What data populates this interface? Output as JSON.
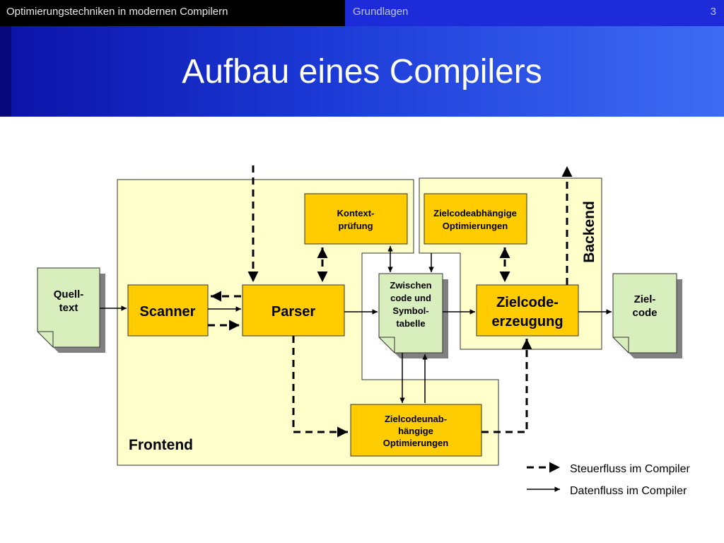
{
  "header": {
    "course_title": "Optimierungstechniken in modernen Compilern",
    "section": "Grundlagen",
    "slide_number": "3"
  },
  "slide": {
    "title": "Aufbau eines Compilers"
  },
  "diagram": {
    "frontend_label": "Frontend",
    "backend_label": "Backend",
    "source_doc": [
      "Quell-",
      "text"
    ],
    "target_doc": [
      "Ziel-",
      "code"
    ],
    "scanner": "Scanner",
    "parser": "Parser",
    "context_check": [
      "Kontext-",
      "prüfung"
    ],
    "intermediate": [
      "Zwischen",
      "code und",
      "Symbol-",
      "tabelle"
    ],
    "target_dep_opt": [
      "Zielcodeabhängige",
      "Optimierungen"
    ],
    "codegen": [
      "Zielcode-",
      "erzeugung"
    ],
    "target_indep_opt": [
      "Zielcodeunab-",
      "hängige",
      "Optimierungen"
    ]
  },
  "legend": {
    "control_flow": "Steuerfluss im Compiler",
    "data_flow": "Datenfluss im Compiler"
  },
  "colors": {
    "region_fill": "#ffffcc",
    "box_fill": "#ffcc00",
    "doc_fill": "#d9eebd",
    "shadow": "#808080",
    "header_black": "#000000",
    "header_blue": "#1e2bd9"
  }
}
